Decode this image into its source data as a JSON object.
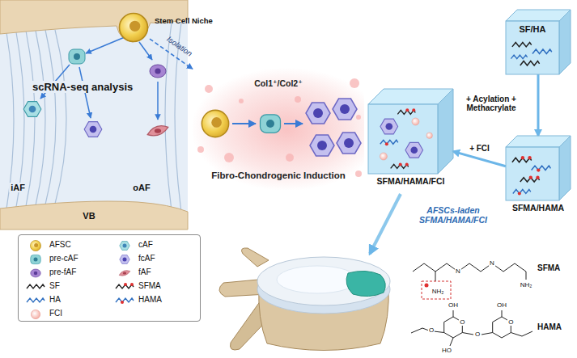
{
  "diagram": {
    "nodes": [
      {
        "text": [
          "Stem Cell Niche"
        ]
      },
      {
        "text": [
          "Col1⁺/Col2⁺",
          "Fibro-Chondrogenic Induction"
        ]
      },
      {
        "text": [
          "SFMA/HAMA/FCI"
        ]
      },
      {
        "text": [
          "SF/HA"
        ]
      },
      {
        "text": [
          "SFMA/HAMA"
        ]
      }
    ],
    "edges": [
      {
        "from": 0,
        "to": 1,
        "label": "Isolation",
        "arrow": "to"
      },
      {
        "from": 3,
        "to": 4,
        "label": "+ Acylation + Methacrylate",
        "arrow": "to"
      },
      {
        "from": 4,
        "to": 2,
        "label": "+ FCI",
        "arrow": "to"
      }
    ],
    "labels": [
      "scRNA-seq analysis",
      "iAF",
      "oAF",
      "VB",
      "AFSCs-laden SFMA/HAMA/FCI",
      "SFMA",
      "HAMA",
      "NH₂",
      "NH₂",
      "N",
      "N",
      "O",
      "O",
      "HO",
      "O",
      "O",
      "OH",
      "OH"
    ],
    "legend": [
      {
        "text": "AFSC"
      },
      {
        "text": "cAF"
      },
      {
        "text": "pre-cAF"
      },
      {
        "text": "fcAF"
      },
      {
        "text": "pre-fAF"
      },
      {
        "text": "fAF"
      },
      {
        "text": "SF"
      },
      {
        "text": "SFMA"
      },
      {
        "text": "HA"
      },
      {
        "text": "HAMA"
      },
      {
        "text": "FCI"
      }
    ]
  }
}
